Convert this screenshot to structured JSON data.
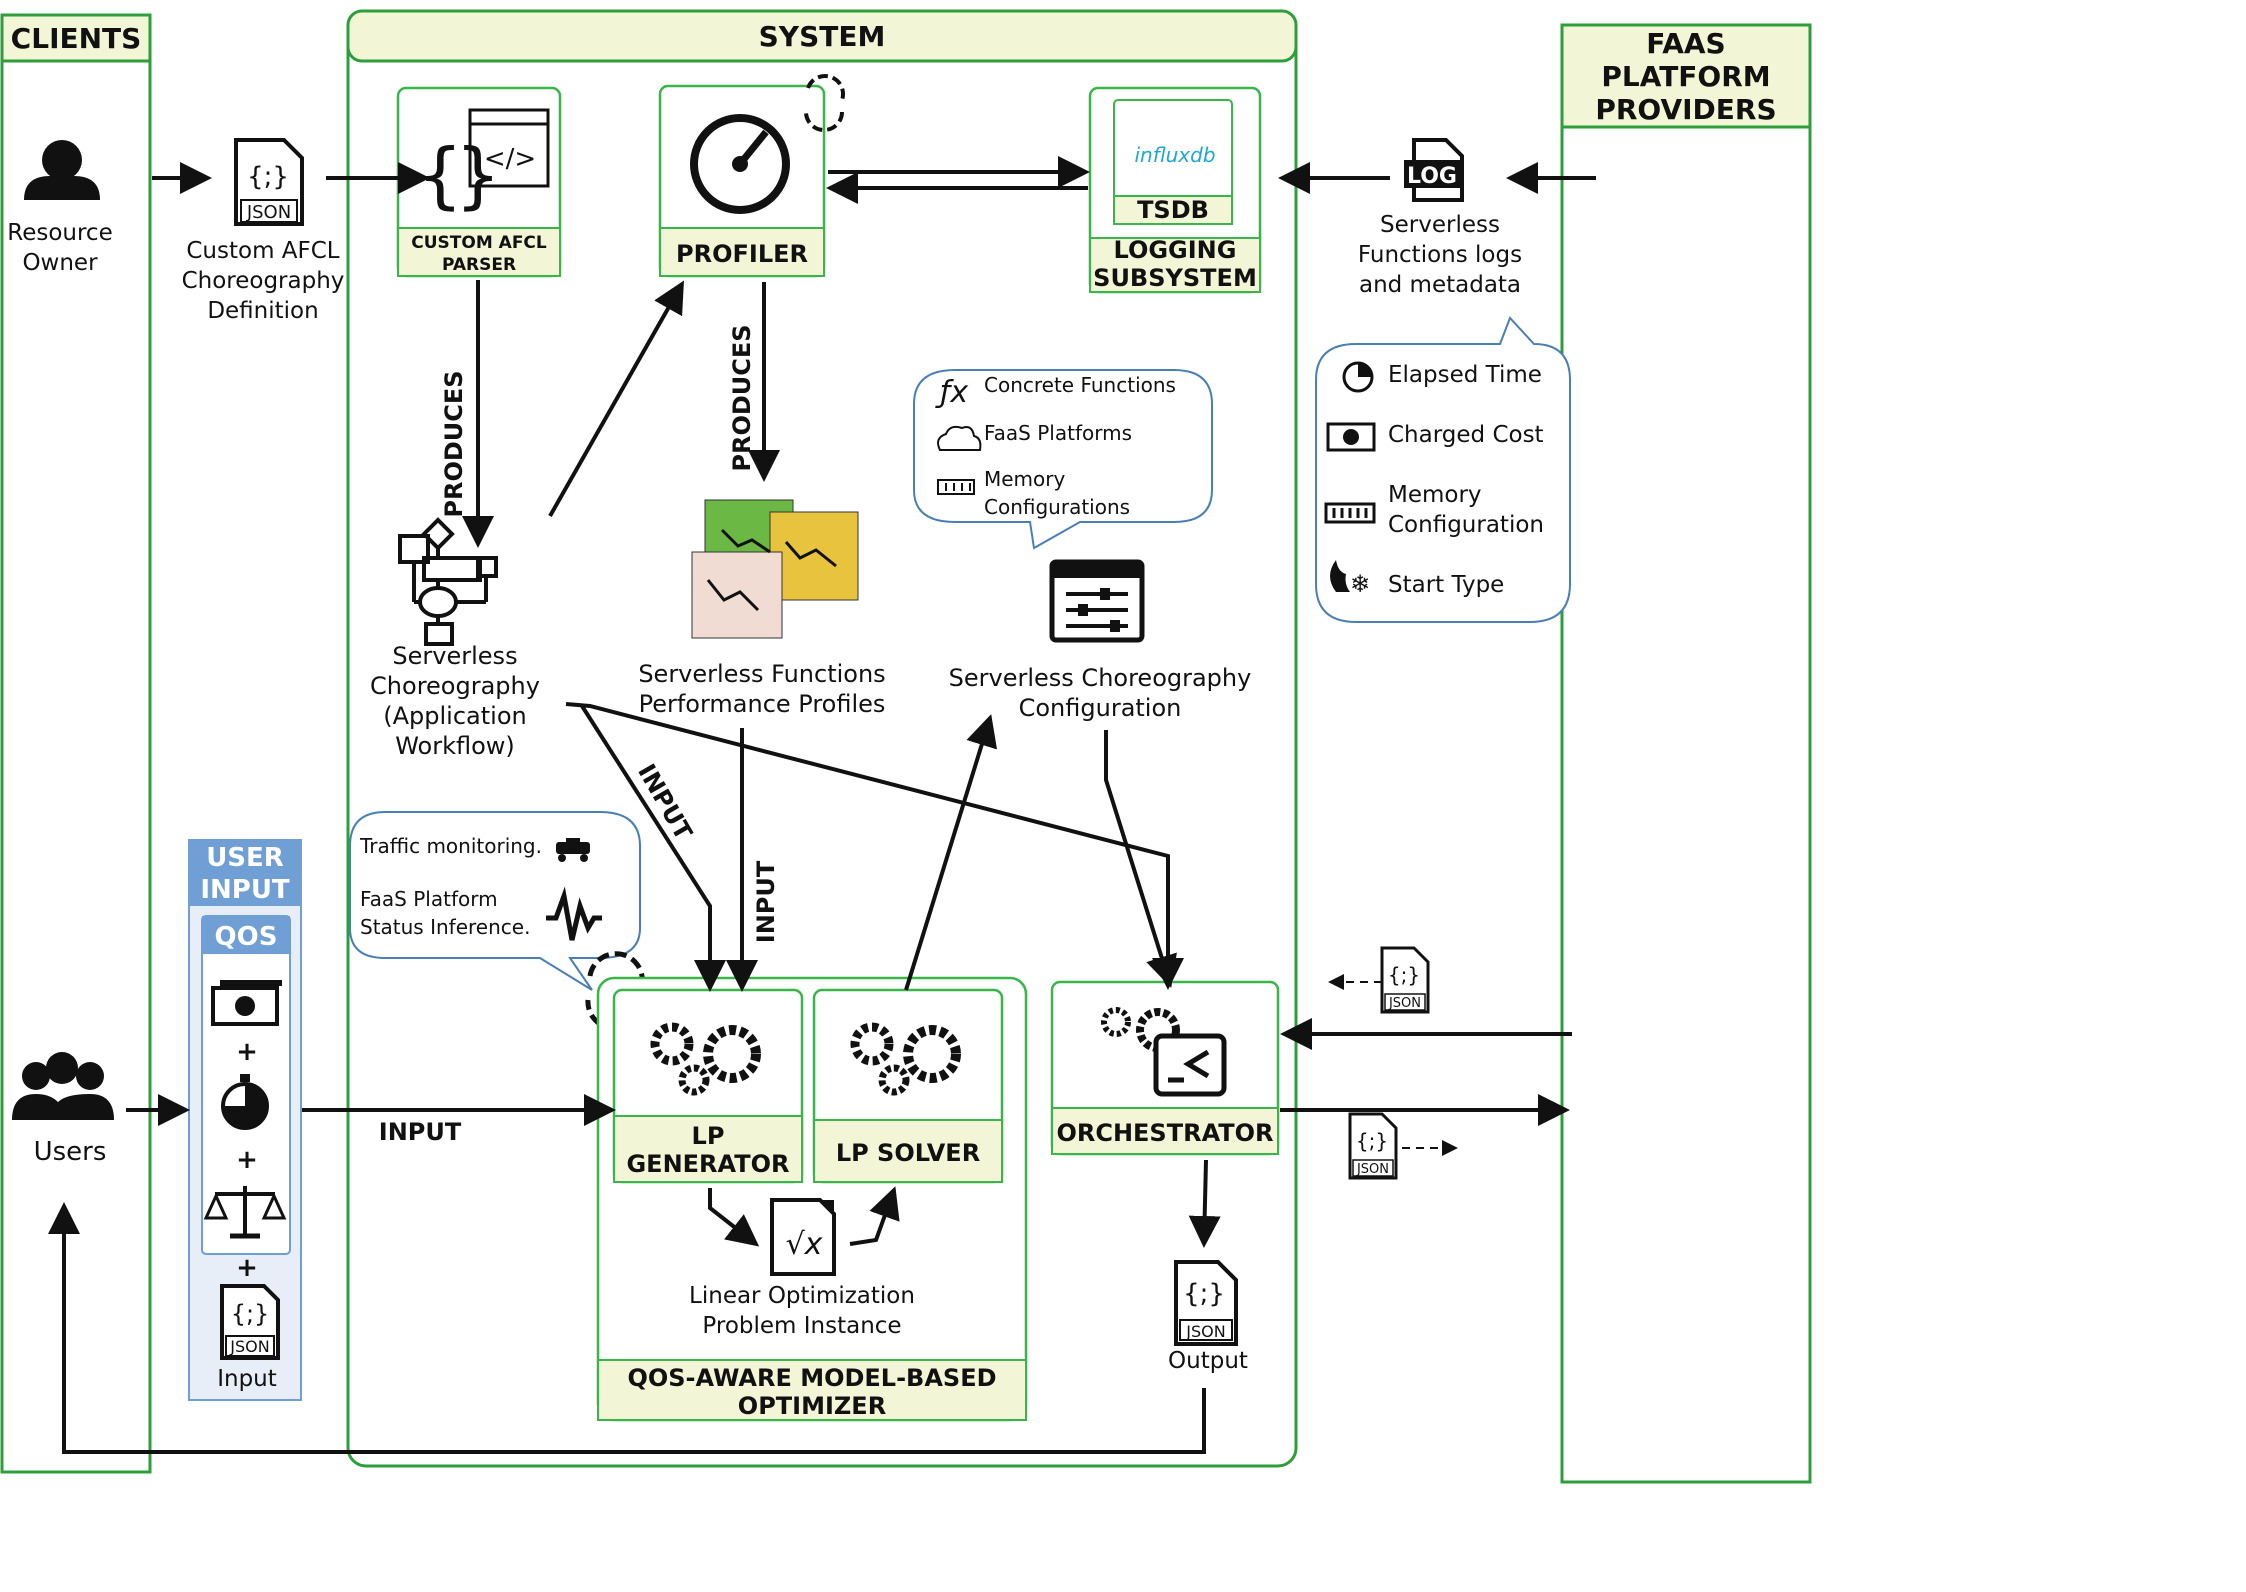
{
  "lanes": {
    "clients": "CLIENTS",
    "system": "SYSTEM",
    "providers_line1": "FAAS",
    "providers_line2": "PLATFORM",
    "providers_line3": "PROVIDERS"
  },
  "clients": {
    "resource_owner_1": "Resource",
    "resource_owner_2": "Owner",
    "users": "Users"
  },
  "afcl_def": {
    "line1": "Custom AFCL",
    "line2": "Choreography",
    "line3": "Definition",
    "json_tag": "JSON"
  },
  "parser": {
    "line1": "CUSTOM AFCL",
    "line2": "PARSER"
  },
  "profiler": {
    "label": "PROFILER"
  },
  "logging": {
    "tsdb": "TSDB",
    "line1": "LOGGING",
    "line2": "SUBSYSTEM",
    "logo": "influxdb"
  },
  "logs": {
    "tag": "LOG",
    "line1": "Serverless",
    "line2": "Functions logs",
    "line3": "and metadata"
  },
  "metrics_bubble": {
    "elapsed": "Elapsed Time",
    "cost": "Charged Cost",
    "memory1": "Memory",
    "memory2": "Configuration",
    "start": "Start Type"
  },
  "config_bubble": {
    "concrete": "Concrete Functions",
    "faas": "FaaS Platforms",
    "memory1": "Memory",
    "memory2": "Configurations"
  },
  "choreography": {
    "line1": "Serverless",
    "line2": "Choreography",
    "line3": "(Application",
    "line4": "Workflow)"
  },
  "profiles": {
    "line1": "Serverless Functions",
    "line2": "Performance Profiles"
  },
  "chor_config": {
    "line1": "Serverless Choreography",
    "line2": "Configuration"
  },
  "edge_labels": {
    "produces": "PRODUCES",
    "input": "INPUT"
  },
  "traffic_bubble": {
    "traffic": "Traffic monitoring.",
    "status1": "FaaS Platform",
    "status2": "Status Inference."
  },
  "user_input": {
    "line1": "USER",
    "line2": "INPUT",
    "qos": "QOS",
    "plus": "+",
    "input": "Input",
    "json_tag": "JSON"
  },
  "optimizer": {
    "lp_gen1": "LP",
    "lp_gen2": "GENERATOR",
    "lp_solver": "LP SOLVER",
    "lpi1": "Linear Optimization",
    "lpi2": "Problem Instance",
    "title1": "QOS-AWARE MODEL-BASED",
    "title2": "OPTIMIZER"
  },
  "orchestrator": {
    "label": "ORCHESTRATOR",
    "output": "Output",
    "json_tag": "JSON"
  },
  "colors": {
    "lane_green": "#2e9e3c",
    "box_green": "#39b54a",
    "header_fill": "#f3f6d6",
    "qos_blue": "#6f9fd5"
  }
}
